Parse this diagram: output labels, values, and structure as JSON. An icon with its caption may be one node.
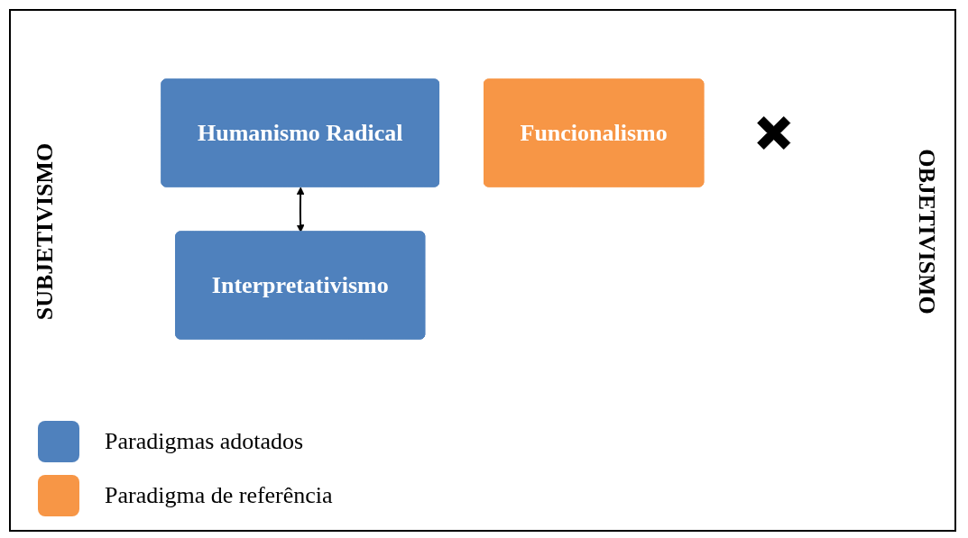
{
  "diagram": {
    "nodes": [
      {
        "text": [
          "Humanismo Radical"
        ]
      },
      {
        "text": [
          "Interpretativismo"
        ]
      },
      {
        "text": [
          "Funcionalismo"
        ]
      },
      {
        "text": [],
        "shape": "cross"
      }
    ],
    "edges": [
      {
        "from": 0,
        "to": 1,
        "arrow": "both"
      }
    ],
    "labels": [
      "SUBJETIVISMO",
      "OBJETIVISMO"
    ],
    "legend": [
      {
        "text": "Paradigmas adotados",
        "color": "#4f81bd"
      },
      {
        "text": "Paradigma de referência",
        "color": "#f79646"
      }
    ]
  }
}
